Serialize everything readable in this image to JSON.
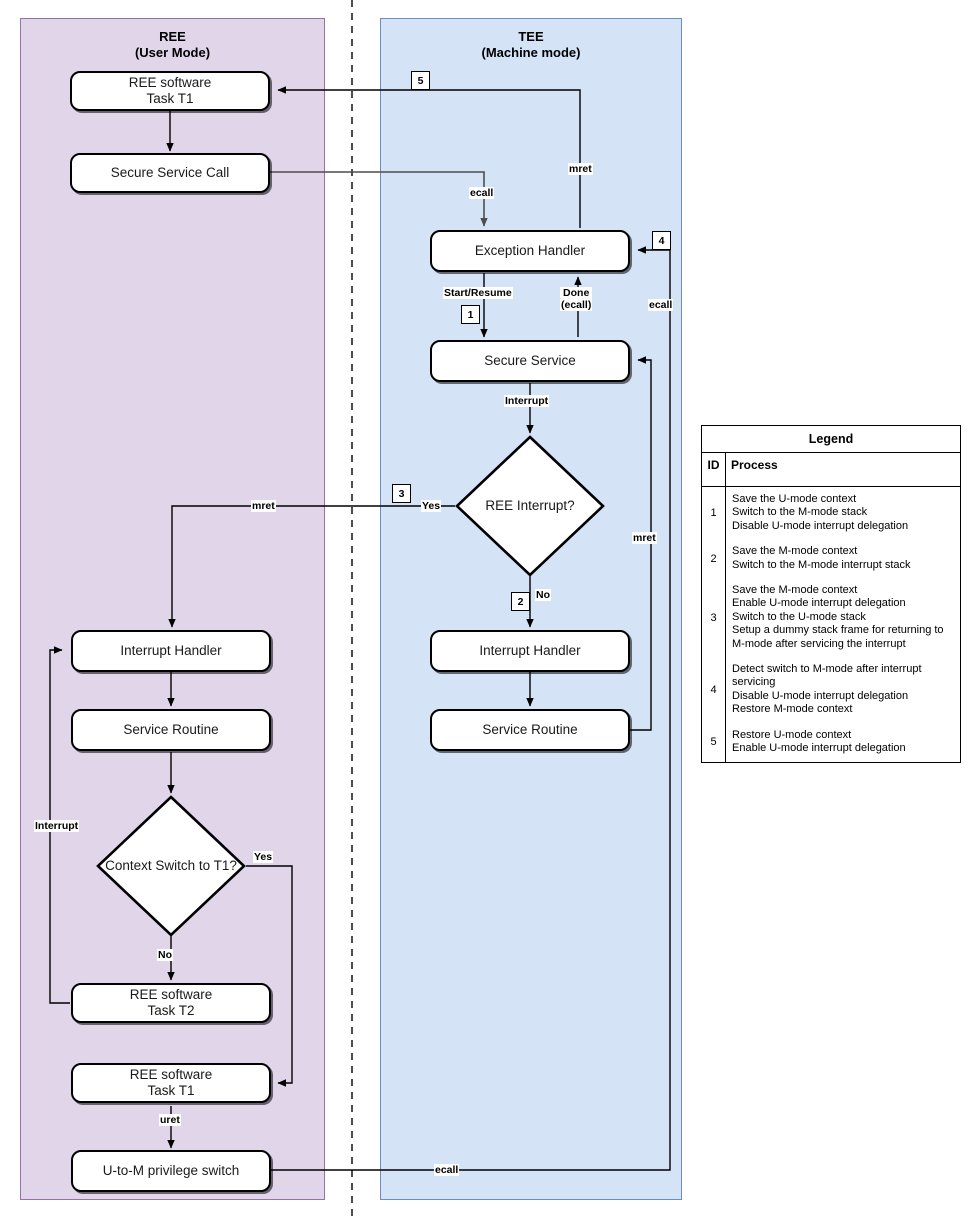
{
  "panels": {
    "ree": {
      "title_line1": "REE",
      "title_line2": "(User Mode)",
      "fill": "#e1d5ea",
      "stroke": "#9673a6"
    },
    "tee": {
      "title_line1": "TEE",
      "title_line2": "(Machine mode)",
      "fill": "#d5e3f7",
      "stroke": "#6c8ebf"
    }
  },
  "nodes": {
    "ree_task_t1_top_l1": "REE software",
    "ree_task_t1_top_l2": "Task T1",
    "secure_service_call": "Secure Service Call",
    "exception_handler": "Exception Handler",
    "secure_service": "Secure Service",
    "ree_decision": "REE Interrupt?",
    "tee_interrupt_handler": "Interrupt Handler",
    "tee_service_routine": "Service Routine",
    "ree_interrupt_handler": "Interrupt Handler",
    "ree_service_routine": "Service Routine",
    "ctx_decision_l1": "Context Switch",
    "ctx_decision_l2": "to T1?",
    "ree_task_t2_l1": "REE software",
    "ree_task_t2_l2": "Task T2",
    "ree_task_t1_bottom_l1": "REE software",
    "ree_task_t1_bottom_l2": "Task T1",
    "u_to_m_switch": "U-to-M privilege switch"
  },
  "edge_labels": {
    "ecall_top": "ecall",
    "mret_top": "mret",
    "ecall_right": "ecall",
    "start_resume": "Start/Resume",
    "done_l1": "Done",
    "done_l2": "(ecall)",
    "interrupt_tee": "Interrupt",
    "yes_ree_interrupt": "Yes",
    "no_ree_interrupt": "No",
    "mret_left": "mret",
    "mret_right": "mret",
    "interrupt_ree": "Interrupt",
    "yes_ctx": "Yes",
    "no_ctx": "No",
    "uret": "uret",
    "ecall_bottom": "ecall"
  },
  "step_badges": {
    "one": "1",
    "two": "2",
    "three": "3",
    "four": "4",
    "five": "5"
  },
  "legend": {
    "title": "Legend",
    "col_id": "ID",
    "col_process": "Process",
    "rows": [
      {
        "id": "1",
        "lines": [
          "Save the U-mode context",
          "Switch to the M-mode stack",
          "Disable U-mode interrupt delegation"
        ]
      },
      {
        "id": "2",
        "lines": [
          "Save the M-mode context",
          "Switch to the M-mode interrupt stack"
        ]
      },
      {
        "id": "3",
        "lines": [
          "Save the M-mode context",
          "Enable U-mode interrupt delegation",
          "Switch to the U-mode stack",
          "Setup a dummy stack frame for returning to",
          "M-mode after servicing the interrupt"
        ]
      },
      {
        "id": "4",
        "lines": [
          "Detect switch to M-mode after interrupt",
          "servicing",
          "Disable U-mode interrupt delegation",
          "Restore M-mode context"
        ]
      },
      {
        "id": "5",
        "lines": [
          "Restore U-mode context",
          "Enable U-mode interrupt delegation"
        ]
      }
    ]
  },
  "colors": {
    "node_border": "#000000",
    "wire": "#000000",
    "wire_gray": "#4d4d4d",
    "divider": "#000000"
  }
}
